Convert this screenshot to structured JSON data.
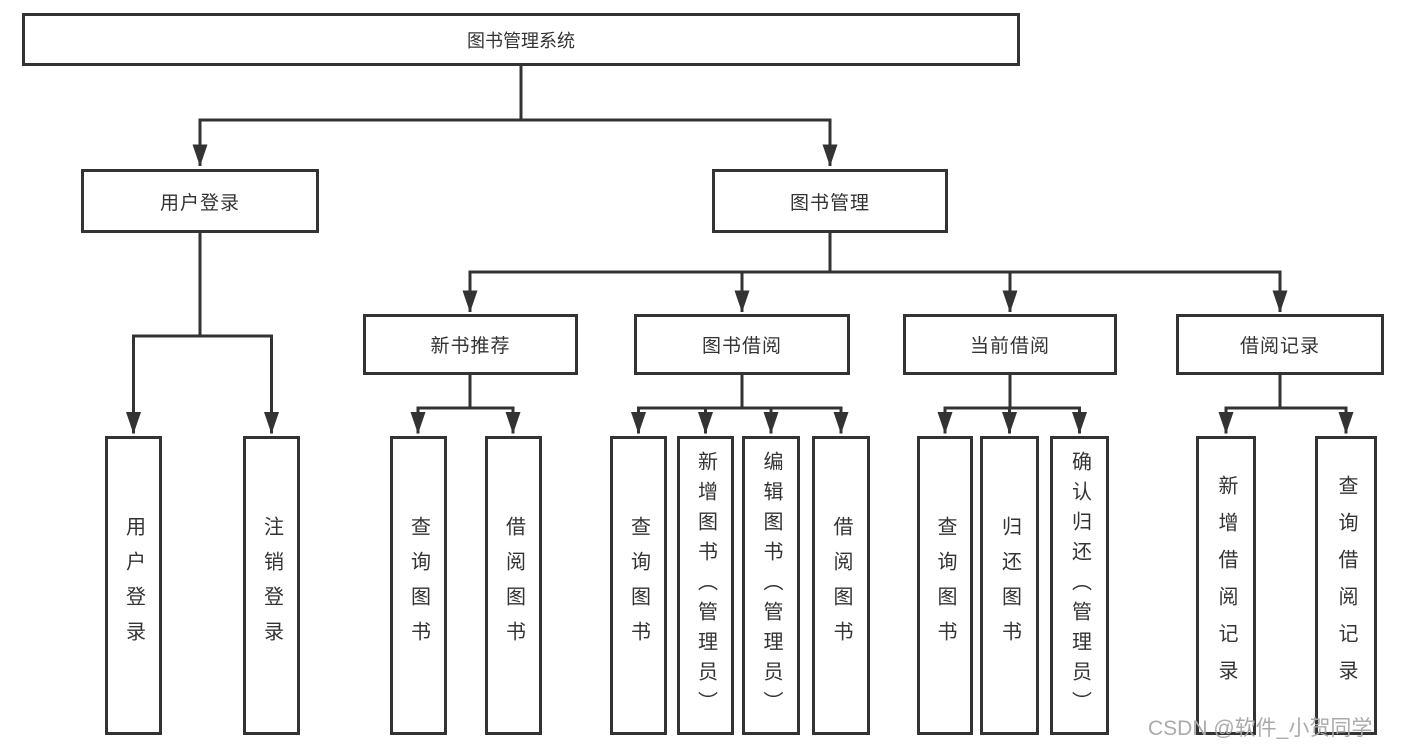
{
  "colors": {
    "line": "#333333",
    "text": "#333333",
    "box_background": "#ffffff",
    "page_background": "#ffffff",
    "watermark": "#aaaaaa"
  },
  "watermark": {
    "text": "CSDN @软件_小贺同学"
  },
  "diagram": {
    "type": "hierarchy-tree",
    "root": {
      "label": "图书管理系统",
      "children": [
        {
          "label": "用户登录",
          "children": [
            {
              "label": "用户登录"
            },
            {
              "label": "注销登录"
            }
          ]
        },
        {
          "label": "图书管理",
          "children": [
            {
              "label": "新书推荐",
              "children": [
                {
                  "label": "查询图书"
                },
                {
                  "label": "借阅图书"
                }
              ]
            },
            {
              "label": "图书借阅",
              "children": [
                {
                  "label": "查询图书"
                },
                {
                  "label": "新增图书（管理员）"
                },
                {
                  "label": "编辑图书（管理员）"
                },
                {
                  "label": "借阅图书"
                }
              ]
            },
            {
              "label": "当前借阅",
              "children": [
                {
                  "label": "查询图书"
                },
                {
                  "label": "归还图书"
                },
                {
                  "label": "确认归还（管理员）"
                }
              ]
            },
            {
              "label": "借阅记录",
              "children": [
                {
                  "label": "新增借阅记录"
                },
                {
                  "label": "查询借阅记录"
                }
              ]
            }
          ]
        }
      ]
    }
  }
}
